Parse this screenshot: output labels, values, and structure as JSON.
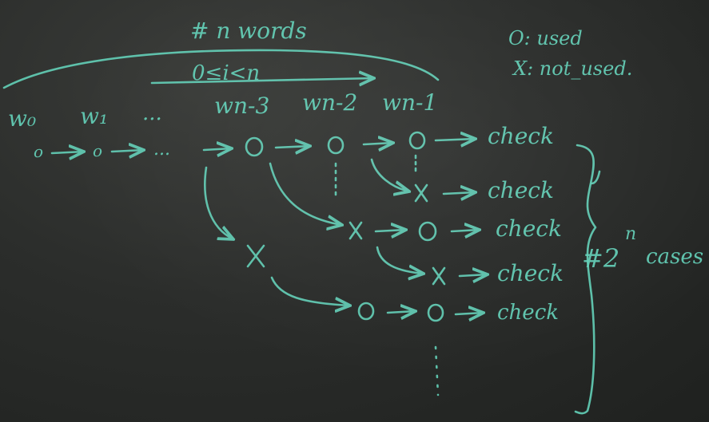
{
  "header": {
    "words_label": "# n words",
    "range_label": "0≤i<n",
    "legend_used": "O: used",
    "legend_not_used": "X: not_used."
  },
  "word_labels": [
    "w₀",
    "w₁",
    "...",
    "wn-3",
    "wn-2",
    "wn-1"
  ],
  "row1": {
    "small_nodes": [
      "o",
      "o"
    ],
    "ellipsis": "...",
    "check": "check"
  },
  "rows": {
    "check_2": "check",
    "check_3": "check",
    "check_4": "check",
    "check_5": "check"
  },
  "brace": {
    "label": "#2",
    "exponent": "n",
    "suffix": "cases"
  },
  "chalk_color": "#63d0b8"
}
